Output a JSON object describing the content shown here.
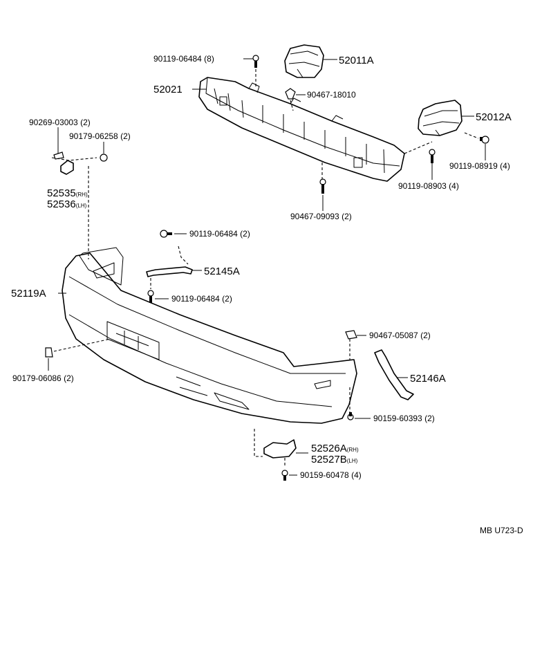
{
  "diagram": {
    "labels": {
      "p_90119_06484_8": "90119-06484 (8)",
      "p_52011A": "52011A",
      "p_52021": "52021",
      "p_90467_18010": "90467-18010",
      "p_52012A": "52012A",
      "p_90269_03003": "90269-03003 (2)",
      "p_90179_06258": "90179-06258 (2)",
      "p_90119_08919": "90119-08919 (4)",
      "p_52535": "52535",
      "p_52535_side": "(RH)",
      "p_52536": "52536",
      "p_52536_side": "(LH)",
      "p_90119_08903": "90119-08903 (4)",
      "p_90467_09093": "90467-09093 (2)",
      "p_90119_06484_2a": "90119-06484 (2)",
      "p_52145A": "52145A",
      "p_52119A": "52119A",
      "p_90119_06484_2b": "90119-06484 (2)",
      "p_90467_05087": "90467-05087 (2)",
      "p_90179_06086": "90179-06086 (2)",
      "p_52146A": "52146A",
      "p_90159_60393": "90159-60393 (2)",
      "p_52526A": "52526A",
      "p_52526A_side": "(RH)",
      "p_52527B": "52527B",
      "p_52527B_side": "(LH)",
      "p_90159_60478": "90159-60478 (4)",
      "ref_code": "MB U723-D"
    }
  }
}
